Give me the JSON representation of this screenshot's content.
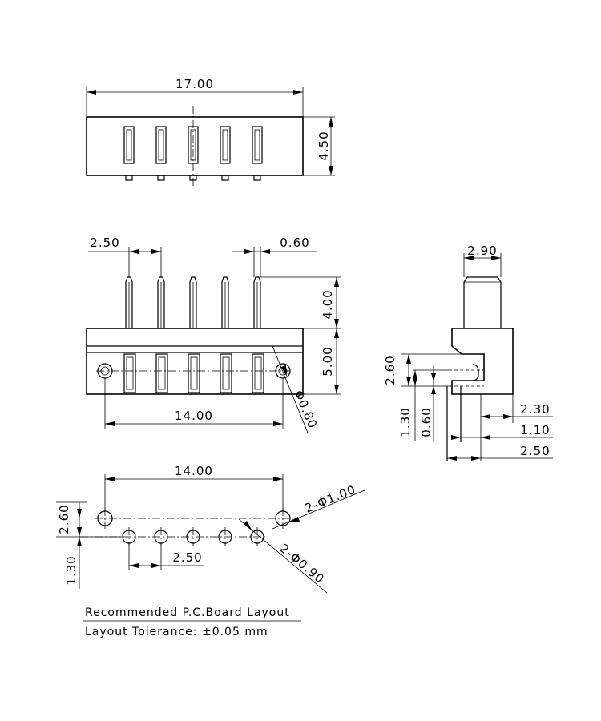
{
  "top_view": {
    "width_dim": "17.00",
    "height_dim": "4.50"
  },
  "front_view": {
    "pitch_dim": "2.50",
    "pin_width_dim": "0.60",
    "pin_height_dim": "4.00",
    "body_height_dim": "5.00",
    "hole_spacing_dim": "14.00",
    "hole_dia_dim": "Φ0.80"
  },
  "side_view": {
    "top_width_dim": "2.90",
    "dim_2_60": "2.60",
    "dim_1_30": "1.30",
    "dim_0_60": "0.60",
    "dim_2_30": "2.30",
    "dim_1_10": "1.10",
    "dim_2_50": "2.50"
  },
  "pcb_layout": {
    "span_dim": "14.00",
    "mount_hole_dim": "2-Φ1.00",
    "pin_hole_dim": "2-Φ0.90",
    "offset_dim": "2.60",
    "row_offset_dim": "1.30",
    "pitch_dim": "2.50",
    "title": "Recommended P.C.Board Layout",
    "tolerance": "Layout Tolerance: ±0.05 mm"
  }
}
